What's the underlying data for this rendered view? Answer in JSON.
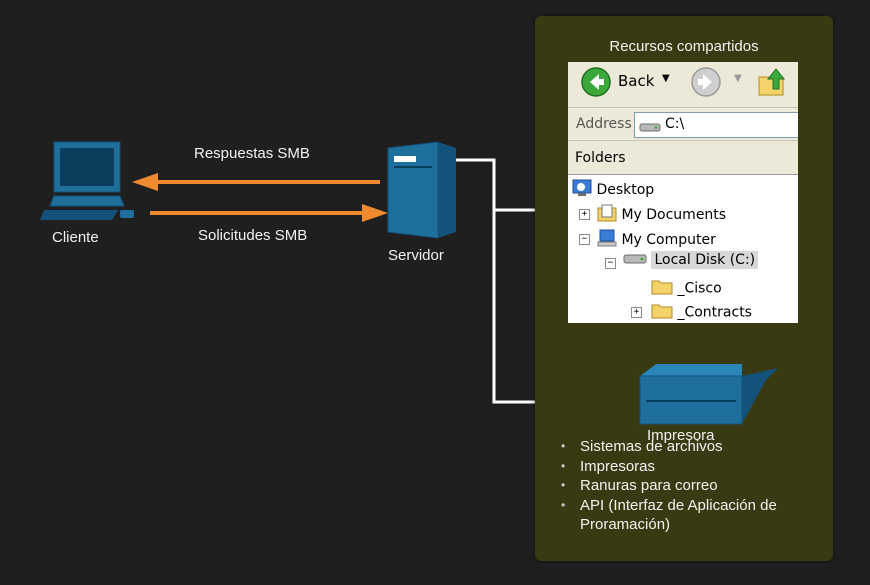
{
  "labels": {
    "client": "Cliente",
    "server": "Servidor",
    "printer": "Impresora",
    "responses": "Respuestas SMB",
    "requests": "Solicitudes SMB"
  },
  "panel": {
    "title": "Recursos compartidos",
    "bullets": [
      "Sistemas de archivos",
      "Impresoras",
      "Ranuras para correo",
      "API (Interfaz de Aplicación de Proramación)"
    ]
  },
  "explorer": {
    "back_label": "Back",
    "address_label": "Address",
    "address_value": "C:\\",
    "folders_label": "Folders",
    "tree": {
      "desktop": "Desktop",
      "my_documents": "My Documents",
      "my_computer": "My Computer",
      "local_disk": "Local Disk (C:)",
      "cisco": "_Cisco",
      "contracts": "_Contracts"
    }
  },
  "colors": {
    "background": "#1f1f1f",
    "panel": "#3a3a12",
    "arrow": "#f08a2e",
    "device": "#1f6f9c",
    "line": "#ffffff"
  },
  "icons": {
    "client": "desktop-computer-icon",
    "server": "server-tower-icon",
    "printer": "printer-icon"
  }
}
